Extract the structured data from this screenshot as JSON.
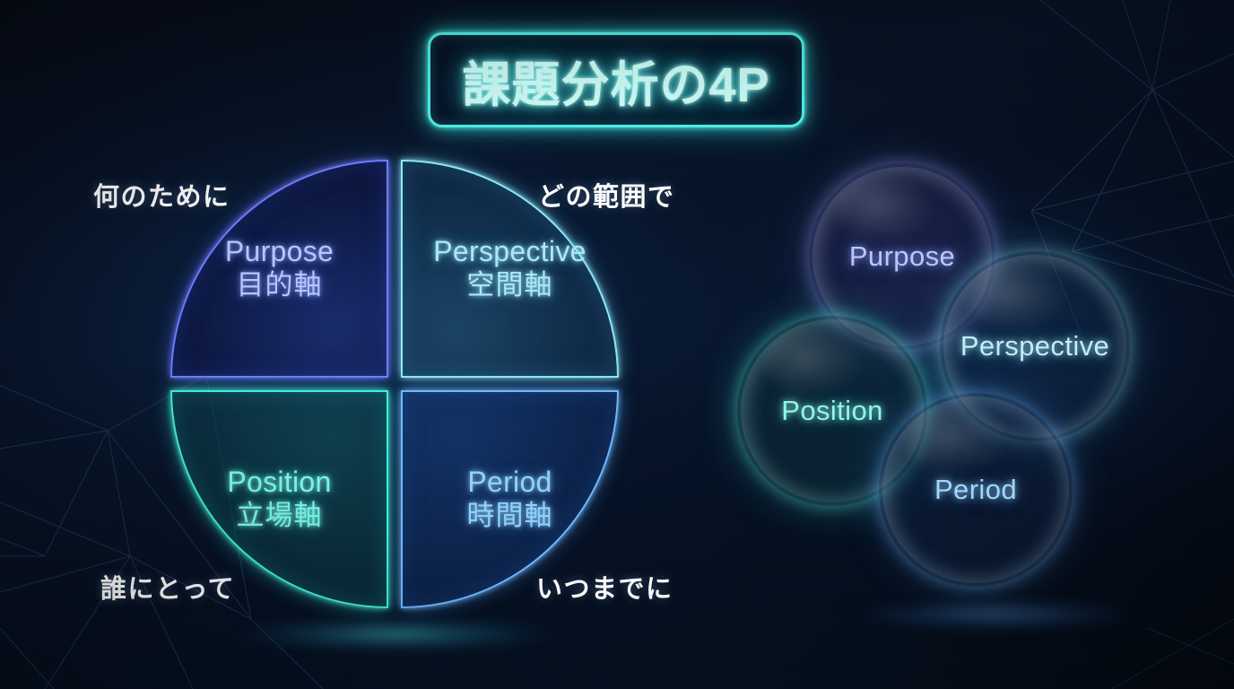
{
  "slide": {
    "title": "課題分析の4P",
    "background_color": "#050c1a",
    "accent_color": "#4ff0e4"
  },
  "wheel": {
    "quadrants": [
      {
        "position": "top-left",
        "en": "Purpose",
        "ja": "目的軸",
        "caption": "何のために",
        "color": "#b7c5ff",
        "border_color": "#6f7dff"
      },
      {
        "position": "top-right",
        "en": "Perspective",
        "ja": "空間軸",
        "caption": "どの範囲で",
        "color": "#a9e8f7",
        "border_color": "#8fe8f6"
      },
      {
        "position": "bottom-left",
        "en": "Position",
        "ja": "立場軸",
        "caption": "誰にとって",
        "color": "#76f6e4",
        "border_color": "#3ff0d6"
      },
      {
        "position": "bottom-right",
        "en": "Period",
        "ja": "時間軸",
        "caption": "いつまでに",
        "color": "#8fd2ff",
        "border_color": "#6fb8ff"
      }
    ]
  },
  "bubbles": [
    {
      "label": "Purpose",
      "color": "#b9c6ff"
    },
    {
      "label": "Perspective",
      "color": "#bdeef9"
    },
    {
      "label": "Position",
      "color": "#8ff7e6"
    },
    {
      "label": "Period",
      "color": "#9ed6ff"
    }
  ]
}
